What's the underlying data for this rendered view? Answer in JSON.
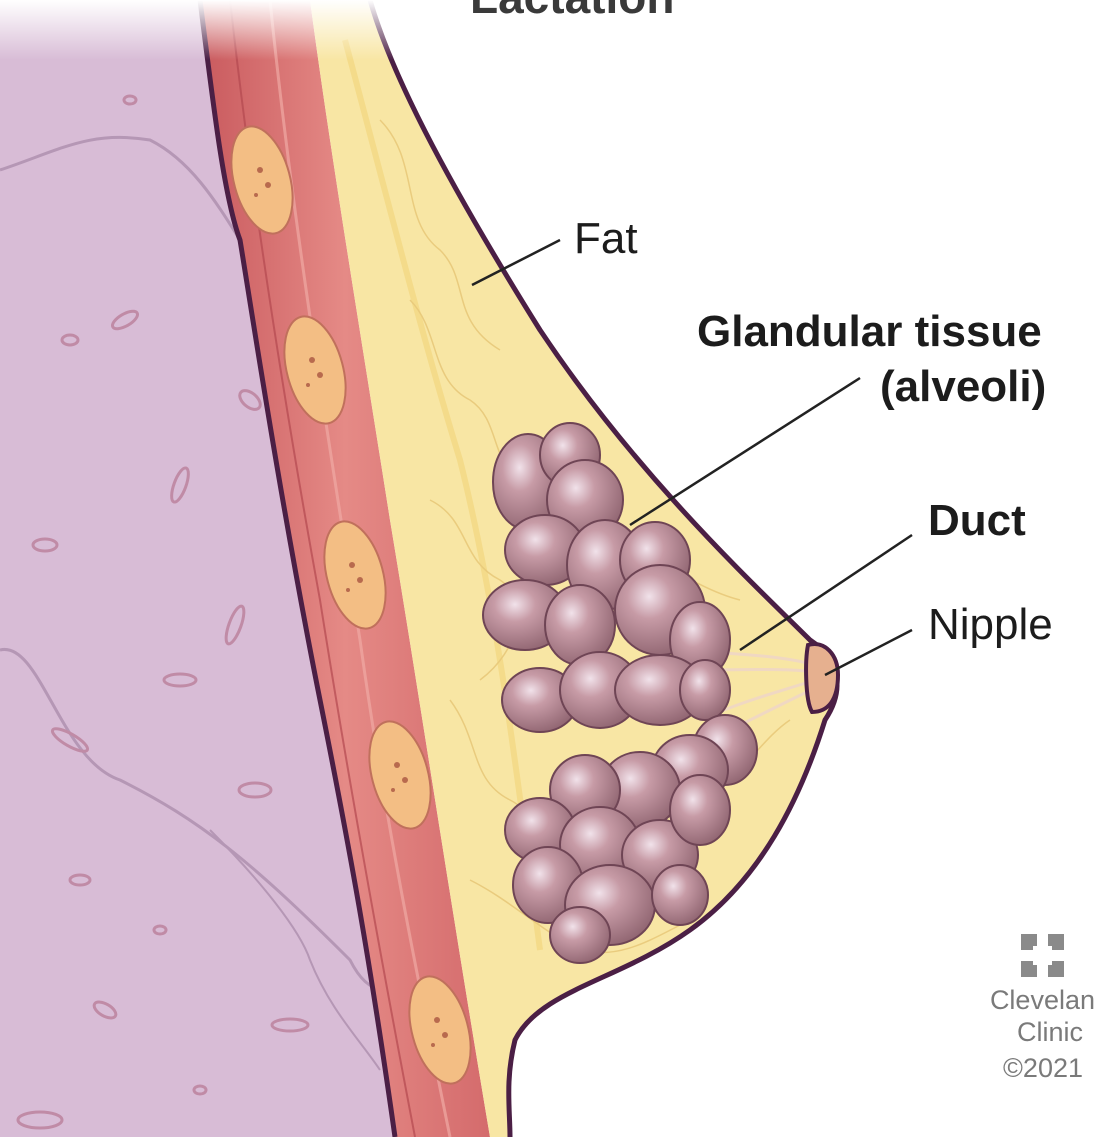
{
  "title": "Lactation",
  "labels": {
    "fat": "Fat",
    "glandular_line1": "Glandular tissue",
    "glandular_line2": "(alveoli)",
    "duct": "Duct",
    "nipple": "Nipple"
  },
  "credit": {
    "org_line1": "Clevelan",
    "org_line2": "Clinic",
    "copyright": "©2021"
  },
  "colors": {
    "chest_wall": "#d9bcd8",
    "muscle": "#d9706f",
    "fat": "#f8e7a6",
    "alveoli": "#b58a93",
    "outline": "#4b1f45"
  },
  "icons": [
    "cleveland-clinic-logo-icon"
  ]
}
